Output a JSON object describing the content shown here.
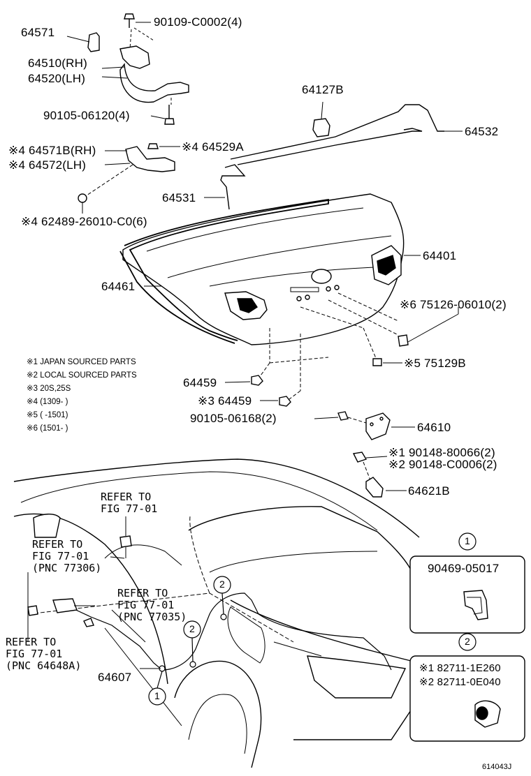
{
  "labels": {
    "p64571": "64571",
    "p90109": "90109-C0002(4)",
    "p64510": "64510(RH)",
    "p64520": "64520(LH)",
    "p90105a": "90105-06120(4)",
    "p64127B": "64127B",
    "p64532": "64532",
    "p64571B": "※4 64571B(RH)",
    "p64572": "※4 64572(LH)",
    "p64529A": "※4 64529A",
    "p64531": "64531",
    "p62489": "※4 62489-26010-C0(6)",
    "p64401": "64401",
    "p64461": "64461",
    "p75126": "※6 75126-06010(2)",
    "p75129B": "※5 75129B",
    "p64459a": "64459",
    "p64459b": "※3 64459",
    "p90105b": "90105-06168(2)",
    "p64610": "64610",
    "p90148a": "※1 90148-80066(2)",
    "p90148b": "※2 90148-C0006(2)",
    "p64621B": "64621B",
    "p64607": "64607",
    "ref1_l1": "REFER TO",
    "ref1_l2": "FIG 77-01",
    "ref2_l1": "REFER TO",
    "ref2_l2": "FIG 77-01",
    "ref2_l3": "(PNC 77306)",
    "ref3_l1": "REFER TO",
    "ref3_l2": "FIG 77-01",
    "ref3_l3": "(PNC 77035)",
    "ref4_l1": "REFER TO",
    "ref4_l2": "FIG 77-01",
    "ref4_l3": "(PNC 64648A)",
    "box1_num": "1",
    "box1_part": "90469-05017",
    "box2_num": "2",
    "box2_part1": "※1 82711-1E260",
    "box2_part2": "※2 82711-0E040",
    "callout1": "1",
    "callout2": "2",
    "figure_id": "614043J"
  },
  "notes": [
    "※1 JAPAN SOURCED PARTS",
    "※2 LOCAL SOURCED PARTS",
    "※3 20S,25S",
    "※4 (1309-      )",
    "※5 (      -1501)",
    "※6 (1501-      )"
  ]
}
